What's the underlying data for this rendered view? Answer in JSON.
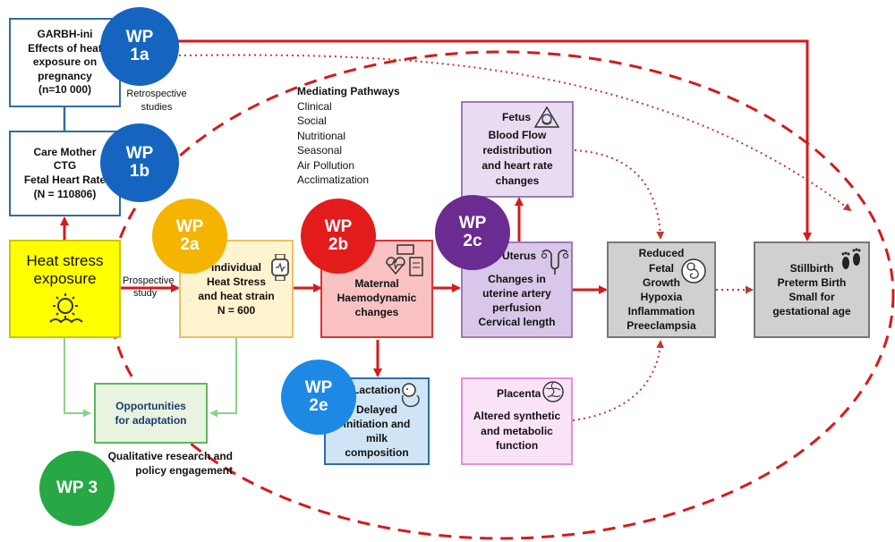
{
  "colors": {
    "arrow_red": "#d7191c",
    "blue": "#1565c0",
    "yellow": "#f4b400",
    "red": "#e31b1b",
    "purple": "#6a2c91",
    "green": "#27a844",
    "teal_blue": "#1e88e5",
    "heat_yellow": "#ffff00"
  },
  "wp_labels": {
    "wp1a": {
      "wp": "WP",
      "num": "1a"
    },
    "wp1b": {
      "wp": "WP",
      "num": "1b"
    },
    "wp2a": {
      "wp": "WP",
      "num": "2a"
    },
    "wp2b": {
      "wp": "WP",
      "num": "2b"
    },
    "wp2c": {
      "wp": "WP",
      "num": "2c"
    },
    "wp2e": {
      "wp": "WP",
      "num": "2e"
    },
    "wp3": {
      "wp": "WP 3"
    }
  },
  "garbh": {
    "title": "GARBH-ini",
    "line1": "Effects of heat",
    "line2": "exposure on",
    "line3": "pregnancy",
    "line4": "(n=10 000)"
  },
  "care_mother": {
    "title": "Care Mother",
    "line1": "CTG",
    "line2": "Fetal Heart Rate",
    "line3": "(N = 110806)"
  },
  "retrospective": {
    "line1": "Retrospective",
    "line2": "studies"
  },
  "heat_stress": {
    "line1": "Heat stress",
    "line2": "exposure"
  },
  "prospective": {
    "line1": "Prospective",
    "line2": "study"
  },
  "individual": {
    "line1": "Individual",
    "line2": "Heat Stress",
    "line3": "and heat strain",
    "line4": "N = 600"
  },
  "mediating": {
    "title": "Mediating Pathways",
    "items": [
      "Clinical",
      "Social",
      "Nutritional",
      "Seasonal",
      "Air Pollution",
      "Acclimatization"
    ]
  },
  "maternal": {
    "line1": "Maternal",
    "line2": "Haemodynamic",
    "line3": "changes"
  },
  "fetus": {
    "title": "Fetus",
    "line1": "Blood Flow",
    "line2": "redistribution",
    "line3": "and heart rate",
    "line4": "changes"
  },
  "uterus": {
    "title": "Uterus",
    "line1": "Changes in",
    "line2": "uterine artery",
    "line3": "perfusion",
    "line4": "Cervical length"
  },
  "reduced": {
    "line1": "Reduced",
    "line2": "Fetal",
    "line3": "Growth",
    "line4": "Hypoxia",
    "line5": "Inflammation",
    "line6": "Preeclampsia"
  },
  "outcomes": {
    "line1": "Stillbirth",
    "line2": "Preterm Birth",
    "line3": "Small for",
    "line4": "gestational age"
  },
  "opportunities": {
    "line1": "Opportunities",
    "line2": "for adaptation"
  },
  "qualitative": {
    "line1": "Qualitative research and",
    "line2": "policy engagement"
  },
  "lactation": {
    "title": "Lactation",
    "line1": "Delayed",
    "line2": "initiation and",
    "line3": "milk",
    "line4": "composition"
  },
  "placenta": {
    "title": "Placenta",
    "line1": "Altered synthetic",
    "line2": "and metabolic",
    "line3": "function"
  },
  "icons": [
    "heat-sun-icon",
    "smartwatch-icon",
    "heart-monitor-icon",
    "ultrasound-fetus-icon",
    "uterus-icon",
    "fetus-icon",
    "footprints-icon",
    "baby-icon",
    "placenta-icon"
  ]
}
